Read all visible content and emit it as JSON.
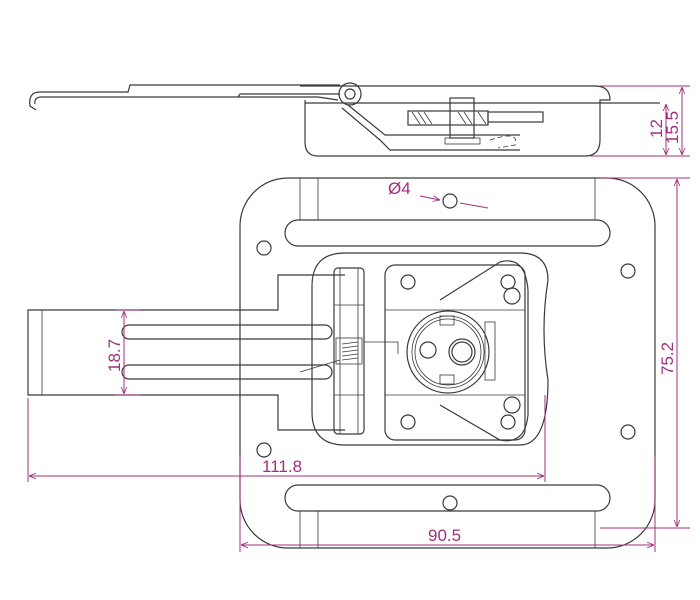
{
  "drawing": {
    "dimensions": {
      "hole_diameter": "Ø4",
      "depth_inner": "12",
      "depth_overall": "15.5",
      "handle_width": "18.7",
      "height": "75.2",
      "overall_length": "111.8",
      "flange_width": "90.5"
    },
    "colors": {
      "dimension": "#a0307f",
      "line": "#3a3a3a"
    }
  }
}
